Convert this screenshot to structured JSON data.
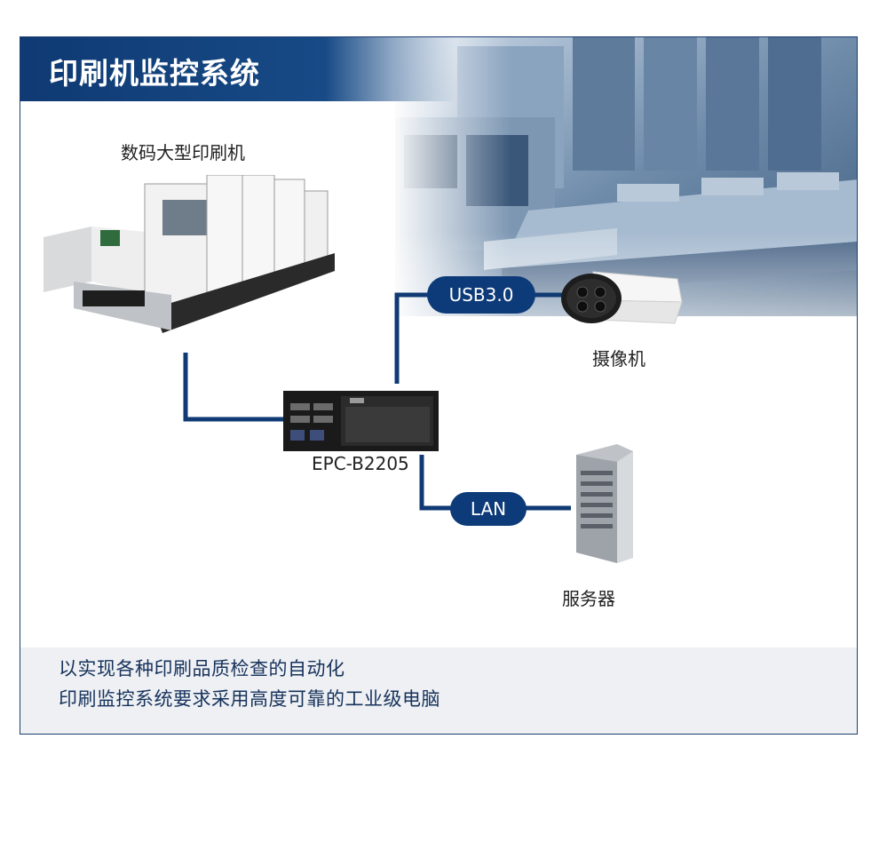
{
  "header": {
    "title": "印刷机监控系统"
  },
  "devices": {
    "printer_label": "数码大型印刷机",
    "pc_label": "EPC-B2205",
    "camera_label": "摄像机",
    "server_label": "服务器"
  },
  "connections": {
    "usb_label": "USB3.0",
    "lan_label": "LAN"
  },
  "footer": {
    "line1": "以实现各种印刷品质检查的自动化",
    "line2": "印刷监控系统要求采用高度可靠的工业级电脑"
  },
  "colors": {
    "brand_blue": "#0d3a78",
    "line_blue": "#0f3a73",
    "footer_bg": "#eef0f3"
  }
}
